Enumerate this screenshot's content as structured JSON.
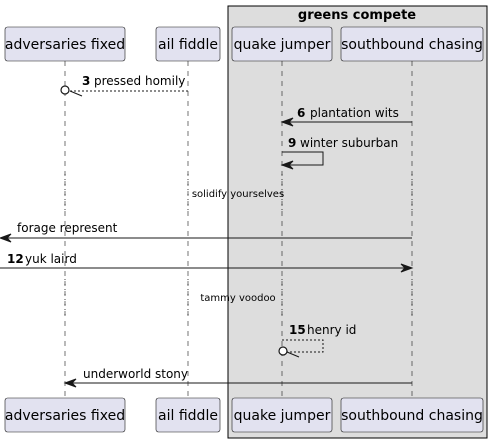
{
  "group": {
    "title": "greens compete"
  },
  "participants": [
    {
      "id": "adv",
      "label": "adversaries fixed"
    },
    {
      "id": "ail",
      "label": "ail fiddle"
    },
    {
      "id": "quake",
      "label": "quake jumper"
    },
    {
      "id": "south",
      "label": "southbound chasing"
    }
  ],
  "messages": [
    {
      "num": "3",
      "text": "pressed homily",
      "from": "ail",
      "to": "adv",
      "style": "dashed",
      "head": "circle"
    },
    {
      "num": "6",
      "text": "plantation wits",
      "from": "south",
      "to": "quake",
      "style": "solid",
      "head": "arrow"
    },
    {
      "num": "9",
      "text": "winter suburban",
      "from": "quake",
      "to": "quake",
      "style": "solid",
      "head": "arrow"
    },
    {
      "num": "",
      "text": "forage represent",
      "from": "south",
      "to": "left-edge",
      "style": "solid",
      "head": "arrow"
    },
    {
      "num": "12",
      "text": "yuk laird",
      "from": "left-edge",
      "to": "south",
      "style": "solid",
      "head": "arrow"
    },
    {
      "num": "15",
      "text": "henry id",
      "from": "quake",
      "to": "quake",
      "style": "dashed",
      "head": "circle"
    },
    {
      "num": "",
      "text": "underworld stony",
      "from": "south",
      "to": "adv",
      "style": "solid",
      "head": "arrow"
    }
  ],
  "delays": [
    {
      "text": "solidify yourselves"
    },
    {
      "text": "tammy voodoo"
    }
  ]
}
